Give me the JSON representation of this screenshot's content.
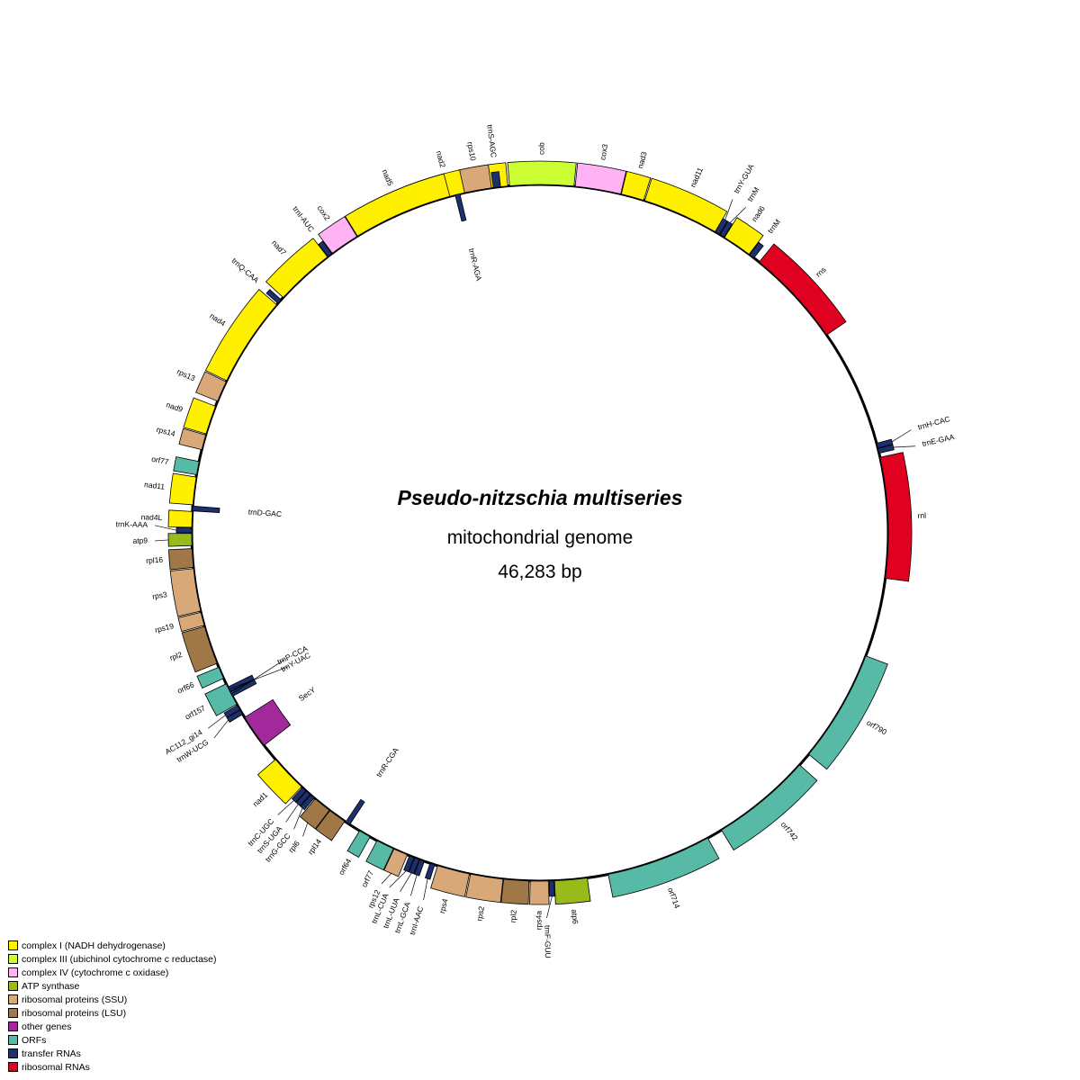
{
  "title": "Pseudo-nitzschia multiseries",
  "subtitle": "mitochondrial genome",
  "genome_length": "46,283 bp",
  "categories": {
    "c1": {
      "label": "complex I (NADH dehydrogenase)",
      "color": "#FFF000"
    },
    "c3": {
      "label": "complex III (ubichinol cytochrome c reductase)",
      "color": "#CCFF33"
    },
    "c4": {
      "label": "complex IV (cytochrome c oxidase)",
      "color": "#FFB3F5"
    },
    "atp": {
      "label": "ATP synthase",
      "color": "#99BB1A"
    },
    "ssu": {
      "label": "ribosomal proteins (SSU)",
      "color": "#D9A878"
    },
    "lsu": {
      "label": "ribosomal proteins (LSU)",
      "color": "#A07848"
    },
    "oth": {
      "label": "other genes",
      "color": "#A2299C"
    },
    "orf": {
      "label": "ORFs",
      "color": "#57BAA6"
    },
    "trna": {
      "label": "transfer RNAs",
      "color": "#1E2F6E"
    },
    "rrna": {
      "label": "ribosomal RNAs",
      "color": "#E00020"
    }
  },
  "legend_order": [
    "c1",
    "c3",
    "c4",
    "atp",
    "ssu",
    "lsu",
    "oth",
    "orf",
    "trna",
    "rrna"
  ],
  "genes": [
    {
      "name": "nad2",
      "cat": "c1",
      "strand": "out",
      "start": -24.6,
      "end": -5.3
    },
    {
      "name": "cob",
      "cat": "c3",
      "strand": "out",
      "start": -5.0,
      "end": 5.6
    },
    {
      "name": "cox3",
      "cat": "c4",
      "strand": "out",
      "start": 5.8,
      "end": 13.4
    },
    {
      "name": "nad3",
      "cat": "c1",
      "strand": "out",
      "start": 13.5,
      "end": 17.3
    },
    {
      "name": "nad11",
      "cat": "c1",
      "strand": "out",
      "start": 17.5,
      "end": 30.2
    },
    {
      "name": "trnY-GUA",
      "cat": "trna",
      "strand": "out",
      "start": 30.2,
      "end": 31.0,
      "label_at": 30.0,
      "callout": 1
    },
    {
      "name": "trnM",
      "cat": "trna",
      "strand": "out",
      "start": 31.1,
      "end": 31.9,
      "label_at": 32.3,
      "callout": 1
    },
    {
      "name": "nad6",
      "cat": "c1",
      "strand": "out",
      "start": 32.0,
      "end": 36.9
    },
    {
      "name": "trnM",
      "cat": "trna",
      "strand": "out",
      "start": 37.0,
      "end": 37.9
    },
    {
      "name": "rns",
      "cat": "rrna",
      "strand": "out",
      "start": 39.0,
      "end": 55.4
    },
    {
      "name": "trnH-CAC",
      "cat": "trna",
      "strand": "out",
      "start": 75.1,
      "end": 75.9,
      "label_at": 74.5,
      "callout": 1
    },
    {
      "name": "trnE-GAA",
      "cat": "trna",
      "strand": "out",
      "start": 76.0,
      "end": 76.8,
      "label_at": 77.0,
      "callout": 1
    },
    {
      "name": "rnl",
      "cat": "rrna",
      "strand": "out",
      "start": 77.5,
      "end": 97.5
    },
    {
      "name": "orf790",
      "cat": "orf",
      "strand": "out",
      "start": 110.7,
      "end": 129.5
    },
    {
      "name": "orf742",
      "cat": "orf",
      "strand": "out",
      "start": 131.8,
      "end": 148.6
    },
    {
      "name": "orf714",
      "cat": "orf",
      "strand": "out",
      "start": 151.2,
      "end": 168.7
    },
    {
      "name": "atp6",
      "cat": "atp",
      "strand": "out",
      "start": 172.2,
      "end": 177.6
    },
    {
      "name": "trnF-GUU",
      "cat": "trna",
      "strand": "out",
      "start": 177.7,
      "end": 178.5,
      "label_at": 179.0,
      "callout": 1
    },
    {
      "name": "rps4a",
      "cat": "ssu",
      "strand": "out",
      "start": 178.6,
      "end": 181.6
    },
    {
      "name": "rpl2",
      "cat": "lsu",
      "strand": "out",
      "start": 181.8,
      "end": 186.0
    },
    {
      "name": "rps2",
      "cat": "ssu",
      "strand": "out",
      "start": 186.1,
      "end": 191.5
    },
    {
      "name": "rps4",
      "cat": "ssu",
      "strand": "out",
      "start": 191.7,
      "end": 197.1
    },
    {
      "name": "trnI-AAC",
      "cat": "trna",
      "strand": "out",
      "start": 197.6,
      "end": 198.4,
      "label_at": 197.6,
      "callout": 1
    },
    {
      "name": "trnL-GCA",
      "cat": "trna",
      "strand": "out",
      "start": 199.4,
      "end": 200.2,
      "label_at": 199.6,
      "callout": 1
    },
    {
      "name": "trnL-UUA",
      "cat": "trna",
      "strand": "out",
      "start": 200.3,
      "end": 201.1,
      "label_at": 201.3,
      "callout": 1
    },
    {
      "name": "trnL-CUA",
      "cat": "trna",
      "strand": "out",
      "start": 201.2,
      "end": 202.0,
      "label_at": 203.0,
      "callout": 1
    },
    {
      "name": "rps12",
      "cat": "ssu",
      "strand": "out",
      "start": 202.4,
      "end": 204.8,
      "label_at": 204.3,
      "callout": 1
    },
    {
      "name": "orf77",
      "cat": "orf",
      "strand": "out",
      "start": 204.9,
      "end": 207.9
    },
    {
      "name": "orf64",
      "cat": "orf",
      "strand": "out",
      "start": 209.2,
      "end": 211.2
    },
    {
      "name": "trnR-CGA",
      "cat": "trna",
      "strand": "in",
      "start": 213.1,
      "end": 213.9
    },
    {
      "name": "rpl14",
      "cat": "lsu",
      "strand": "out",
      "start": 214.1,
      "end": 217.1
    },
    {
      "name": "rpl6",
      "cat": "lsu",
      "strand": "out",
      "start": 217.2,
      "end": 220.2,
      "label_at": 218.0,
      "callout": 1
    },
    {
      "name": "trnG-GCC",
      "cat": "trna",
      "strand": "out",
      "start": 220.4,
      "end": 221.2,
      "label_at": 219.7,
      "callout": 1
    },
    {
      "name": "trnS-UGA",
      "cat": "trna",
      "strand": "out",
      "start": 221.3,
      "end": 222.1,
      "label_at": 221.3,
      "callout": 1
    },
    {
      "name": "trnC-UGC",
      "cat": "trna",
      "strand": "out",
      "start": 222.2,
      "end": 223.0,
      "label_at": 222.9,
      "callout": 1
    },
    {
      "name": "nad1",
      "cat": "c1",
      "strand": "out",
      "start": 223.2,
      "end": 229.4
    },
    {
      "name": "SecY",
      "cat": "oth",
      "strand": "in",
      "start": 232.4,
      "end": 238.0
    },
    {
      "name": "trnW-UCG",
      "cat": "trna",
      "strand": "out",
      "start": 238.6,
      "end": 239.4,
      "label_at": 237.8,
      "callout": 1
    },
    {
      "name": "AC112_gi14",
      "cat": "trna",
      "strand": "out",
      "start": 239.5,
      "end": 240.3,
      "label_at": 239.5,
      "callout": 1
    },
    {
      "name": "orf157",
      "cat": "orf",
      "strand": "out",
      "start": 240.5,
      "end": 244.3
    },
    {
      "name": "trnP-CCA",
      "cat": "trna",
      "strand": "in",
      "start": 242.0,
      "end": 242.8,
      "label_at": 243.6,
      "callout": 1
    },
    {
      "name": "trnY-UAC",
      "cat": "trna",
      "strand": "in",
      "start": 242.9,
      "end": 243.7,
      "label_at": 242.0,
      "callout": 1
    },
    {
      "name": "orf66",
      "cat": "orf",
      "strand": "out",
      "start": 245.3,
      "end": 247.3
    },
    {
      "name": "rpl2",
      "cat": "lsu",
      "strand": "out",
      "start": 248.0,
      "end": 254.4
    },
    {
      "name": "rps19",
      "cat": "ssu",
      "strand": "out",
      "start": 254.6,
      "end": 256.8
    },
    {
      "name": "rps3",
      "cat": "ssu",
      "strand": "out",
      "start": 257.0,
      "end": 264.1
    },
    {
      "name": "rpl16",
      "cat": "lsu",
      "strand": "out",
      "start": 264.3,
      "end": 267.4
    },
    {
      "name": "atp9",
      "cat": "atp",
      "strand": "out",
      "start": 267.9,
      "end": 269.9,
      "label_at": 268.8,
      "callout": 1
    },
    {
      "name": "trnK-AAA",
      "cat": "trna",
      "strand": "out",
      "start": 270.0,
      "end": 270.8,
      "label_at": 271.1,
      "callout": 1
    },
    {
      "name": "nad4L",
      "cat": "c1",
      "strand": "out",
      "start": 270.9,
      "end": 273.5
    },
    {
      "name": "trnD-GAC",
      "cat": "trna",
      "strand": "in",
      "start": 273.6,
      "end": 274.4
    },
    {
      "name": "nad11",
      "cat": "c1",
      "strand": "out",
      "start": 274.6,
      "end": 279.2
    },
    {
      "name": "orf77",
      "cat": "orf",
      "strand": "out",
      "start": 279.6,
      "end": 281.8
    },
    {
      "name": "rps14",
      "cat": "ssu",
      "strand": "out",
      "start": 283.8,
      "end": 286.3
    },
    {
      "name": "nad9",
      "cat": "c1",
      "strand": "out",
      "start": 286.5,
      "end": 291.3
    },
    {
      "name": "rps13",
      "cat": "ssu",
      "strand": "out",
      "start": 292.2,
      "end": 295.7
    },
    {
      "name": "nad4",
      "cat": "c1",
      "strand": "out",
      "start": 295.9,
      "end": 310.9
    },
    {
      "name": "trnQ-CAA",
      "cat": "trna",
      "strand": "out",
      "start": 311.2,
      "end": 312.0
    },
    {
      "name": "nad7",
      "cat": "c1",
      "strand": "out",
      "start": 312.5,
      "end": 322.4
    },
    {
      "name": "trnI-AUC",
      "cat": "trna",
      "strand": "out",
      "start": 322.5,
      "end": 323.3
    },
    {
      "name": "cox2",
      "cat": "c4",
      "strand": "out",
      "start": 323.4,
      "end": 328.3
    },
    {
      "name": "nad5",
      "cat": "c1",
      "strand": "out",
      "start": 328.4,
      "end": 345.0
    },
    {
      "name": "trnR-AGA",
      "cat": "trna",
      "strand": "in",
      "start": 345.9,
      "end": 346.7
    },
    {
      "name": "rps10",
      "cat": "ssu",
      "strand": "out",
      "start": 347.5,
      "end": 352.0
    },
    {
      "name": "trnS-AGC",
      "cat": "trna",
      "strand": "out",
      "start": 352.3,
      "end": 353.5
    }
  ]
}
